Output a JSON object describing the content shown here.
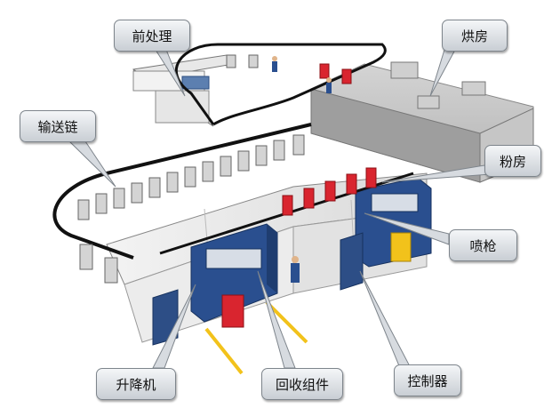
{
  "labels": {
    "pretreatment": "前处理",
    "oven": "烘房",
    "conveyor_chain": "输送链",
    "powder_booth": "粉房",
    "spray_gun": "喷枪",
    "lifter": "升降机",
    "recovery_unit": "回收组件",
    "controller": "控制器"
  },
  "colors": {
    "booth_blue": "#2a4f8f",
    "part_red": "#d9252f",
    "gun_yellow": "#f2c21b",
    "chain_black": "#111111",
    "oven_gray": "#b8b8b8"
  }
}
